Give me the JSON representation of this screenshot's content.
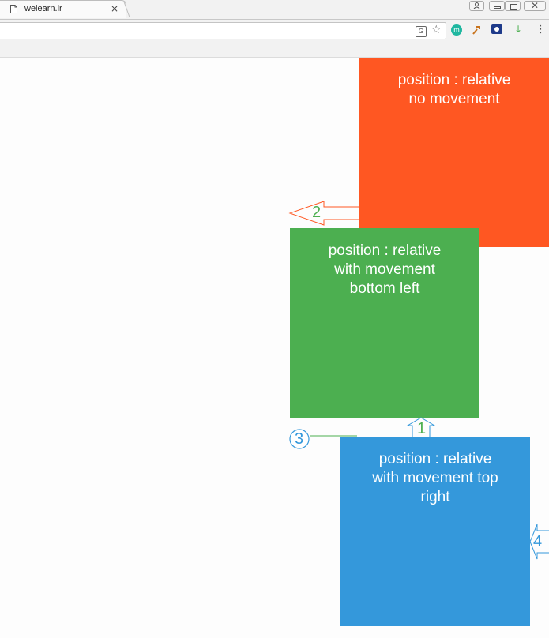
{
  "browser": {
    "tab_title": "welearn.ir",
    "tab_close": "×"
  },
  "boxes": [
    {
      "lines": [
        "position : relative",
        "no movement"
      ],
      "color": "#ff5722"
    },
    {
      "lines": [
        "position : relative",
        "with movement",
        "bottom left"
      ],
      "color": "#4caf50"
    },
    {
      "lines": [
        "position : relative",
        "with movement top",
        "right"
      ],
      "color": "#3498db"
    }
  ],
  "markers": {
    "m1": "1",
    "m2": "2",
    "m3": "3",
    "m4": "4"
  },
  "colors": {
    "orange": "#ff5722",
    "green": "#4caf50",
    "blue": "#3498db"
  }
}
